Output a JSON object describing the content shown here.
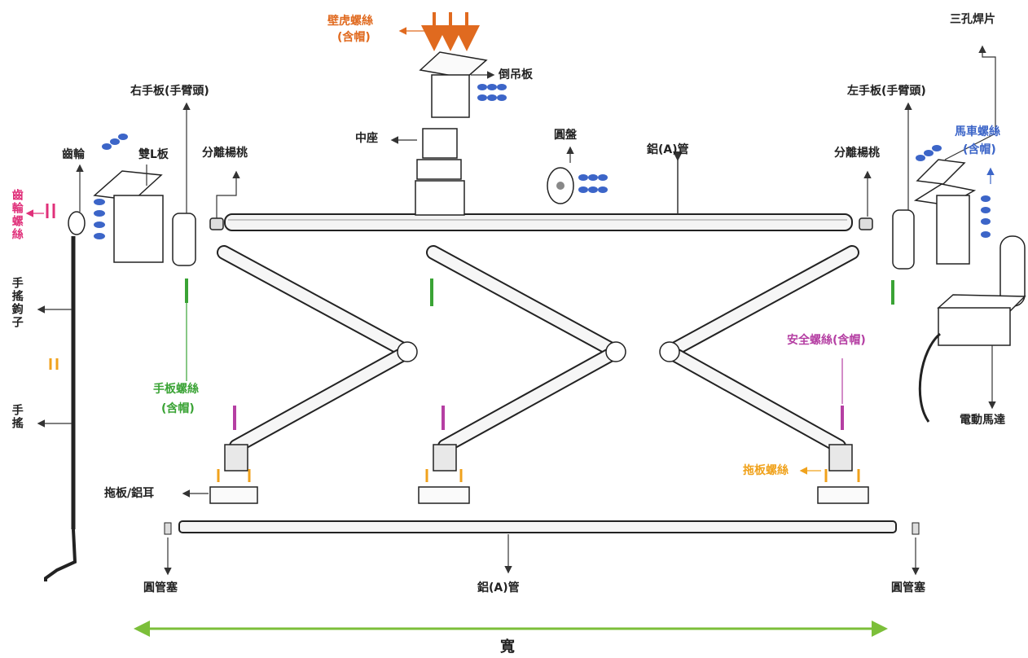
{
  "labels": {
    "wall_screw": "壁虎螺絲",
    "wall_screw_cap": "(含帽)",
    "hanger_plate": "倒吊板",
    "right_hand_plate": "右手板(手臂頭)",
    "left_hand_plate": "左手板(手臂頭)",
    "three_hole_plate": "三孔焊片",
    "center_seat": "中座",
    "round_disc": "圓盤",
    "alu_tube_top": "鋁(A)管",
    "separator_left": "分離楊桃",
    "separator_right": "分離楊桃",
    "gear": "齒輪",
    "double_l_plate": "雙L板",
    "carriage_screw": "馬車螺絲",
    "carriage_screw_cap": "(含帽)",
    "gear_screw": "齒輪螺絲",
    "crank_hook": "手搖鉤子",
    "crank": "手搖",
    "hand_plate_screw": "手板螺絲",
    "hand_plate_screw_cap": "(含帽)",
    "safety_screw": "安全螺絲(含帽)",
    "drag_plate_screw": "拖板螺絲",
    "drag_plate": "拖板/鋁耳",
    "end_plug_left": "圓管塞",
    "end_plug_right": "圓管塞",
    "alu_tube_bottom": "鋁(A)管",
    "electric_motor": "電動馬達",
    "width": "寬"
  },
  "colors": {
    "orange": "#e06a1f",
    "pink": "#e0307a",
    "green": "#3aa335",
    "blue": "#3c65c8",
    "magenta": "#b53fa3",
    "amber": "#f0a21c",
    "width_arrow": "#7cbf3a"
  }
}
